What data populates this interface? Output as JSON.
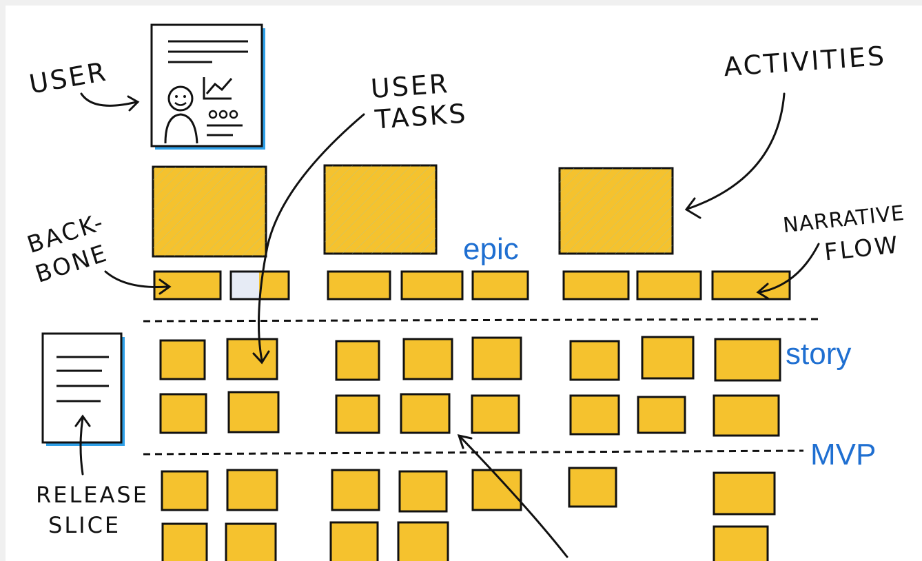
{
  "labels": {
    "user": "USER",
    "user_tasks_line1": "USER",
    "user_tasks_line2": "TASKS",
    "activities": "ACTIVITIES",
    "backbone_line1": "BACK-",
    "backbone_line2": "BONE",
    "narrative_line1": "NARRATIVE",
    "narrative_line2": "FLOW",
    "release_line1": "RELEASE",
    "release_line2": "SLICE"
  },
  "annotations": {
    "epic": "epic",
    "story": "story",
    "mvp": "MVP"
  },
  "colors": {
    "sticky": "#f5c22e",
    "sticky_light": "#e6ebf5",
    "ink": "#111111",
    "annotation_blue": "#1f6fd1",
    "doc_shadow": "#2fa0e8"
  },
  "icons": [
    "user-persona-card-icon",
    "release-document-icon"
  ]
}
